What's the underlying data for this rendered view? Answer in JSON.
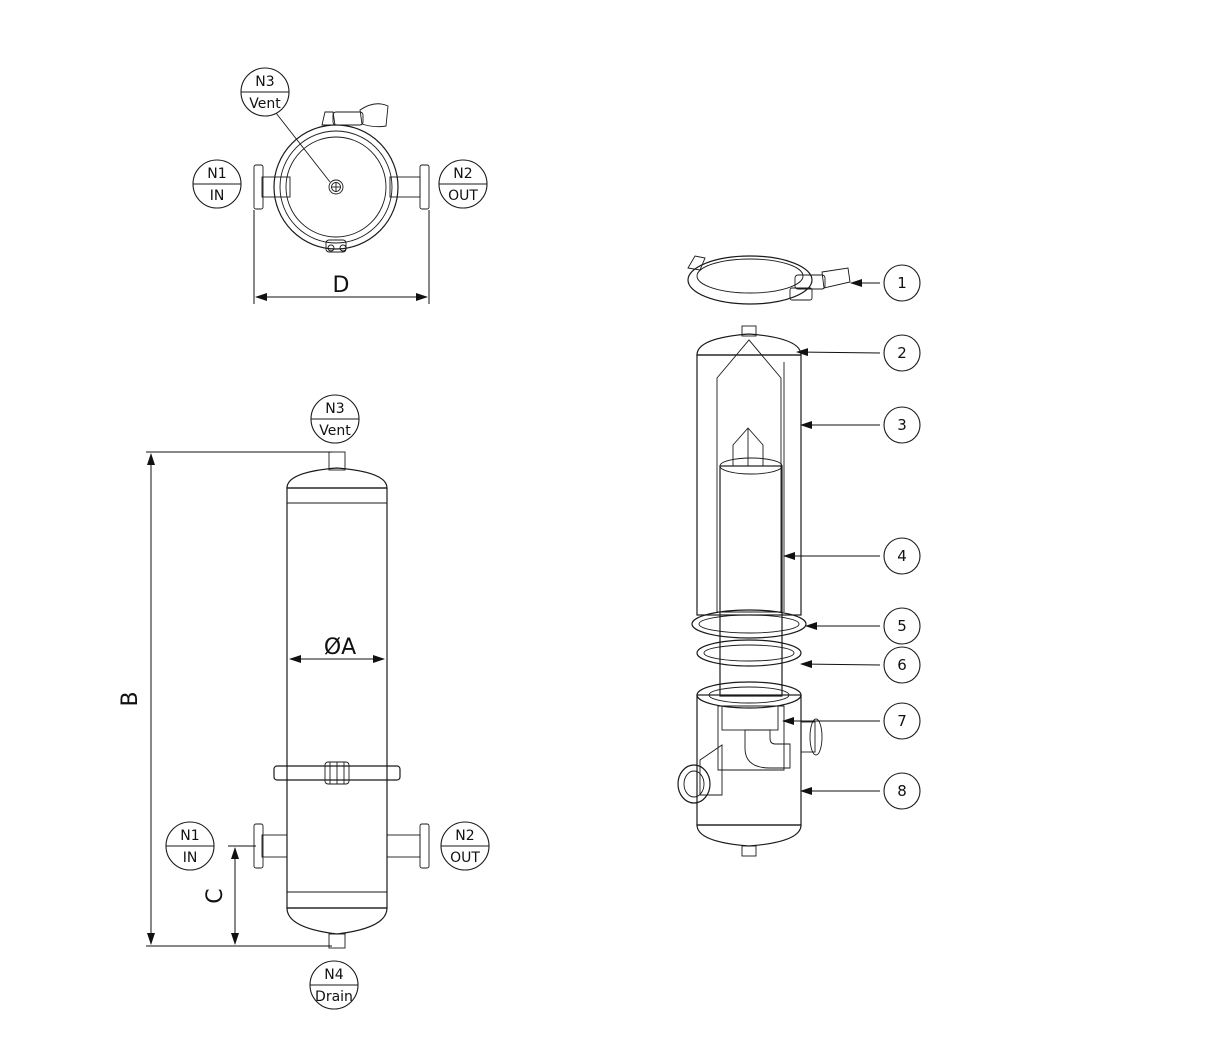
{
  "nozzles": {
    "n1": {
      "tag": "N1",
      "name": "IN"
    },
    "n2": {
      "tag": "N2",
      "name": "OUT"
    },
    "n3": {
      "tag": "N3",
      "name": "Vent"
    },
    "n4": {
      "tag": "N4",
      "name": "Drain"
    }
  },
  "dimensions": {
    "a": "ØA",
    "b": "B",
    "c": "C",
    "d": "D"
  },
  "parts": [
    "1",
    "2",
    "3",
    "4",
    "5",
    "6",
    "7",
    "8"
  ],
  "colors": {
    "metal_light": "#f1ebe6",
    "metal_mid": "#d3c9c2",
    "metal_dark": "#a89d96",
    "line": "#1a1a1a"
  }
}
